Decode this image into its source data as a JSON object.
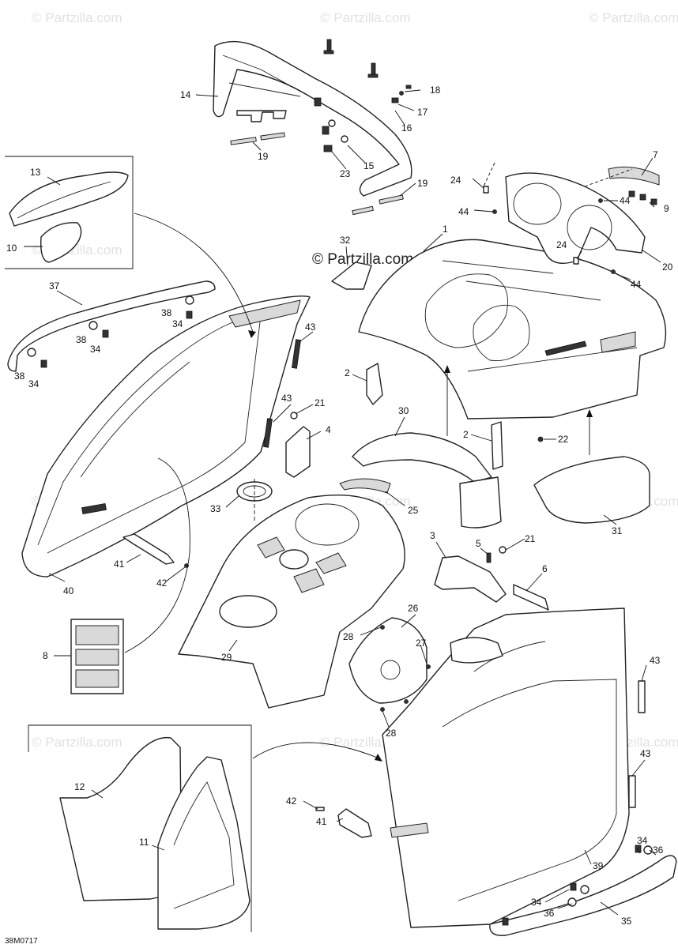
{
  "watermark": "© Partzilla.com",
  "watermark_center": "© Partzilla.com",
  "diagram_code": "38M0717",
  "callouts": {
    "c1": "1",
    "c2a": "2",
    "c2b": "2",
    "c3": "3",
    "c4": "4",
    "c5": "5",
    "c6": "6",
    "c7": "7",
    "c8": "8",
    "c9": "9",
    "c10": "10",
    "c11": "11",
    "c12": "12",
    "c13": "13",
    "c14": "14",
    "c15": "15",
    "c16": "16",
    "c17": "17",
    "c18": "18",
    "c19a": "19",
    "c19b": "19",
    "c20": "20",
    "c21a": "21",
    "c21b": "21",
    "c22": "22",
    "c23": "23",
    "c24a": "24",
    "c24b": "24",
    "c25": "25",
    "c26": "26",
    "c27": "27",
    "c28a": "28",
    "c28b": "28",
    "c29": "29",
    "c30": "30",
    "c31": "31",
    "c32": "32",
    "c33": "33",
    "c34a": "34",
    "c34b": "34",
    "c34c": "34",
    "c34d": "34",
    "c34e": "34",
    "c35": "35",
    "c36a": "36",
    "c36b": "36",
    "c37": "37",
    "c38a": "38",
    "c38b": "38",
    "c38c": "38",
    "c39": "39",
    "c40": "40",
    "c41a": "41",
    "c41b": "41",
    "c42a": "42",
    "c42b": "42",
    "c43a": "43",
    "c43b": "43",
    "c43c": "43",
    "c43d": "43",
    "c44a": "44",
    "c44b": "44",
    "c44c": "44"
  }
}
